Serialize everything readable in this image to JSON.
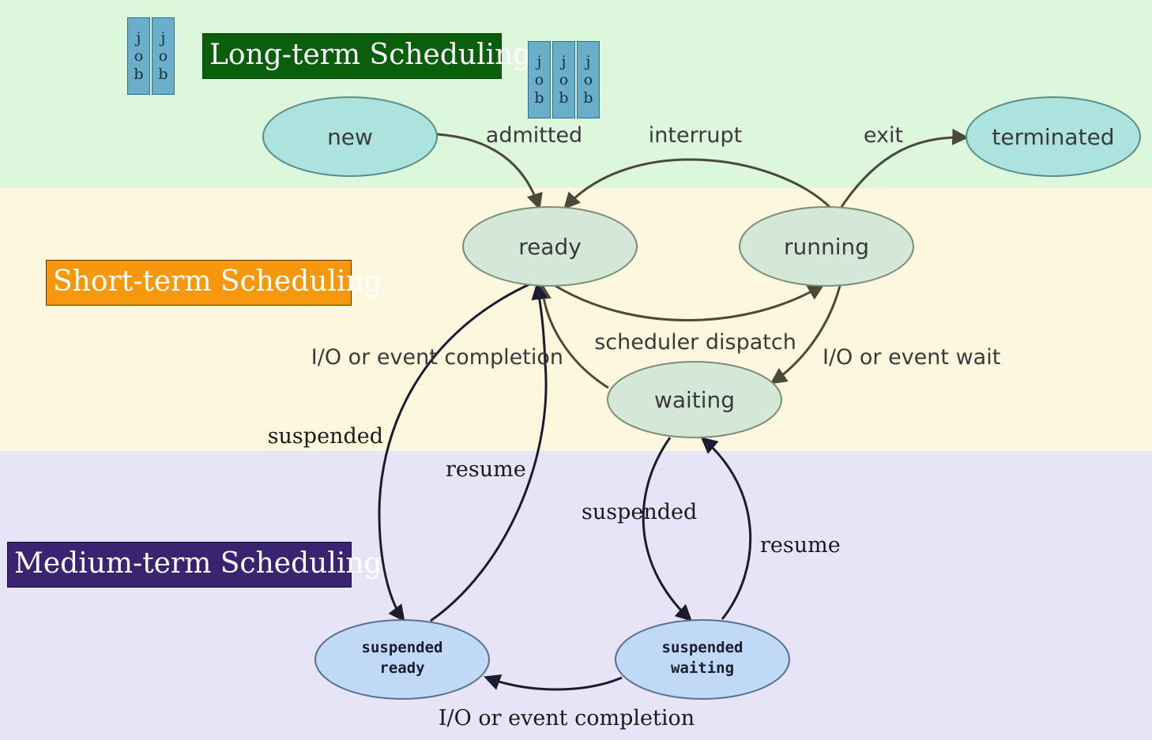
{
  "tiers": {
    "long": "Long-term Scheduling",
    "short": "Short-term Scheduling",
    "medium": "Medium-term Scheduling"
  },
  "job_card": {
    "letters": [
      "j",
      "o",
      "b"
    ],
    "stack_left_count": 2,
    "stack_right_count": 3
  },
  "states": {
    "new": "new",
    "ready": "ready",
    "running": "running",
    "terminated": "terminated",
    "waiting": "waiting",
    "suspended_ready": [
      "suspended",
      "ready"
    ],
    "suspended_waiting": [
      "suspended",
      "waiting"
    ]
  },
  "edges": {
    "admitted": "admitted",
    "interrupt": "interrupt",
    "exit": "exit",
    "scheduler_dispatch": "scheduler dispatch",
    "io_wait": "I/O or event wait",
    "io_completion": "I/O or event completion",
    "suspended_left": "suspended",
    "resume_left": "resume",
    "suspended_right": "suspended",
    "resume_right": "resume",
    "io_completion_bottom": "I/O or event completion"
  },
  "colors": {
    "band_long": "#ddf7dd",
    "band_short": "#fdf7de",
    "band_medium": "#e8e4f8",
    "state_top": "#ace3df",
    "state_mid": "#d5e8d7",
    "state_suspended": "#c0d9f6"
  }
}
